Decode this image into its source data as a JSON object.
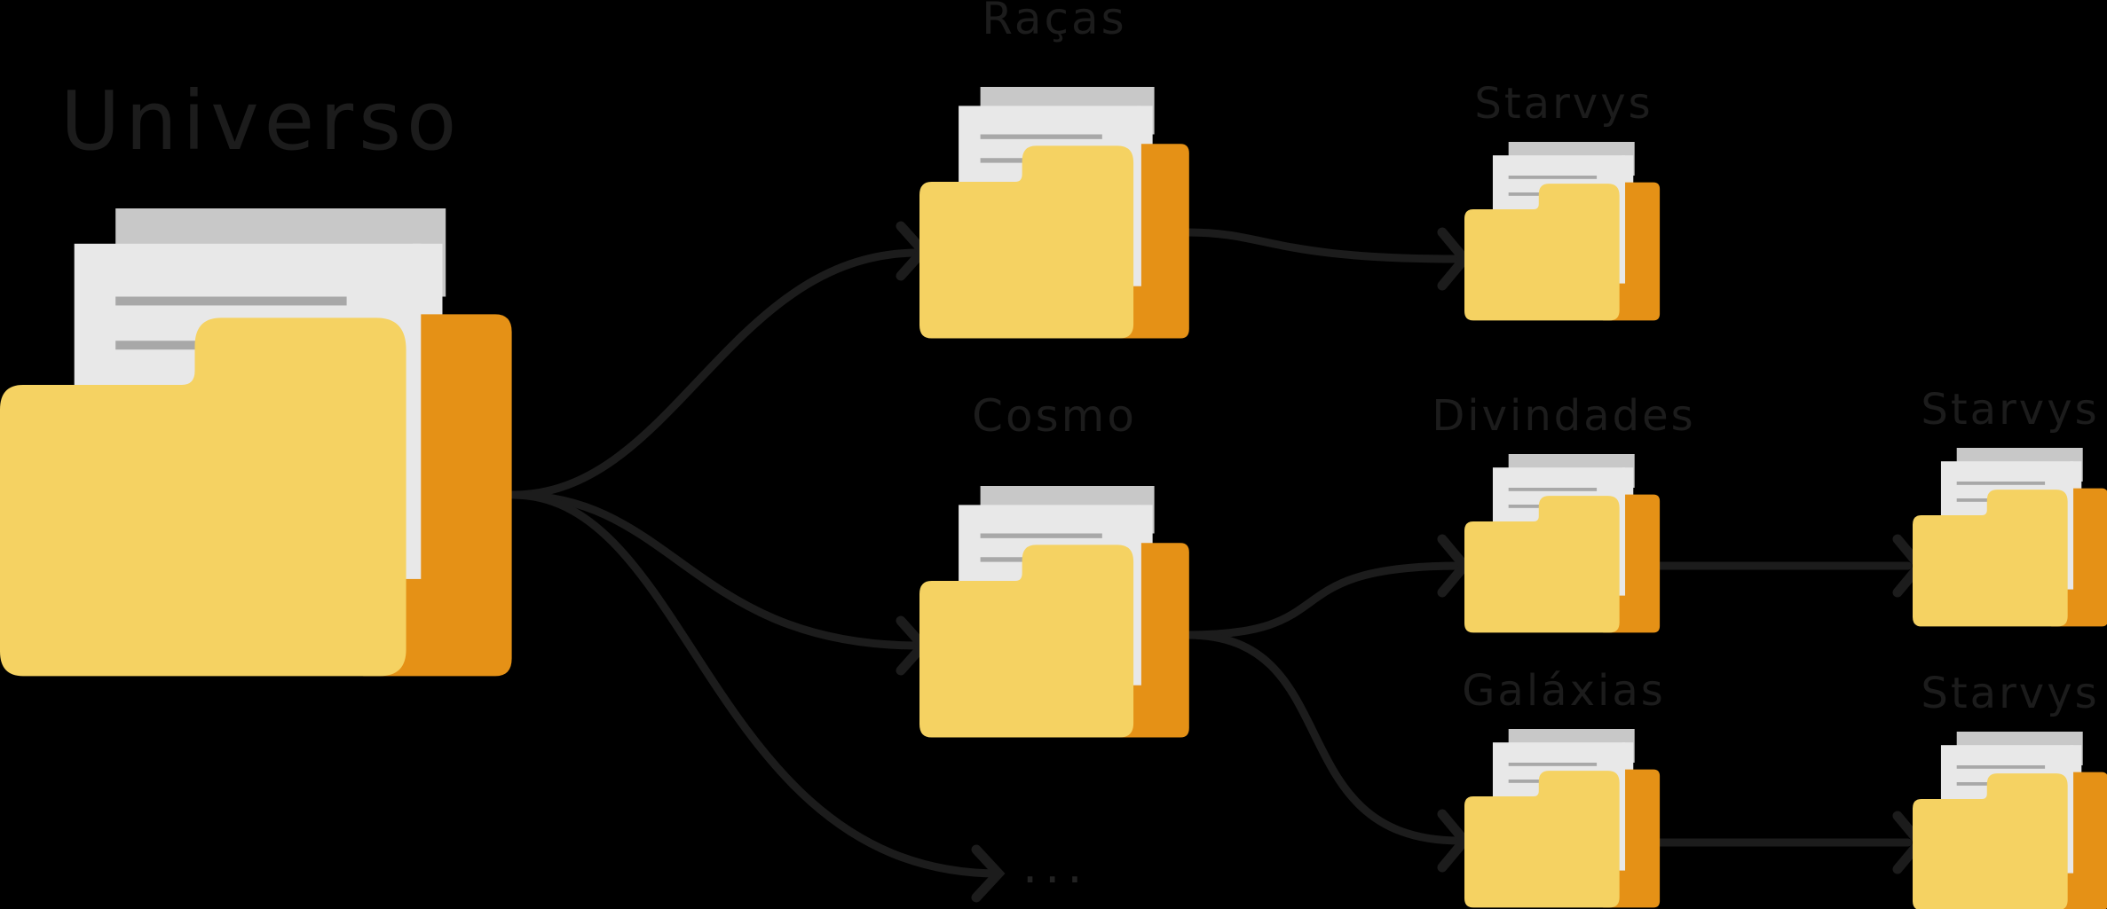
{
  "nodes": [
    {
      "id": "universo",
      "label": "Universo"
    },
    {
      "id": "racas",
      "label": "Raças"
    },
    {
      "id": "cosmo",
      "label": "Cosmo"
    },
    {
      "id": "starvys-1",
      "label": "Starvys"
    },
    {
      "id": "divindades",
      "label": "Divindades"
    },
    {
      "id": "galaxias",
      "label": "Galáxias"
    },
    {
      "id": "starvys-2",
      "label": "Starvys"
    },
    {
      "id": "starvys-3",
      "label": "Starvys"
    }
  ],
  "more_indicator": "...",
  "edges": [
    {
      "from": "universo",
      "to": "racas"
    },
    {
      "from": "universo",
      "to": "cosmo"
    },
    {
      "from": "universo",
      "to": "more"
    },
    {
      "from": "racas",
      "to": "starvys-1"
    },
    {
      "from": "cosmo",
      "to": "divindades"
    },
    {
      "from": "cosmo",
      "to": "galaxias"
    },
    {
      "from": "divindades",
      "to": "starvys-2"
    },
    {
      "from": "galaxias",
      "to": "starvys-3"
    }
  ],
  "colors": {
    "folder_front": "#f5d262",
    "folder_back": "#e59116",
    "paper_back": "#c8c8c8",
    "paper_front": "#e8e8e8",
    "paper_lines": "#a8a8a8",
    "connector": "#1c1c1c",
    "background": "#000000"
  },
  "icons": {
    "folder": "folder-with-documents-icon",
    "arrow": "chevron-arrowhead-icon"
  }
}
